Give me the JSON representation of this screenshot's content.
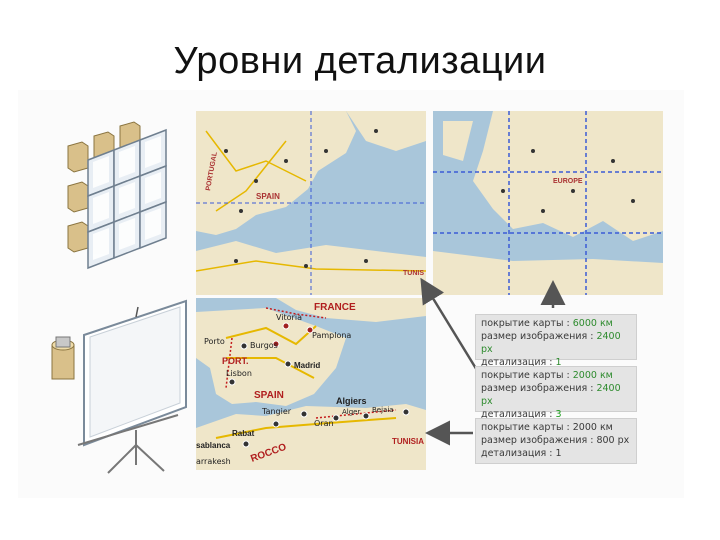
{
  "slide": {
    "title": "Уровни детализации"
  },
  "maps": {
    "top_left_labels": [
      "PORTUGAL",
      "SPAIN"
    ],
    "top_right_labels": [
      "EUROPE"
    ],
    "top_right_tag": "TUNIS",
    "bottom_labels": {
      "france": "FRANCE",
      "vitoria": "Vitoria",
      "pamplona": "Pamplona",
      "porto": "Porto",
      "burgos": "Burgos",
      "port": "PORT.",
      "madrid": "Madrid",
      "lisbon": "Lisbon",
      "spain": "SPAIN",
      "algiers": "Algiers",
      "alger": "Alger",
      "bejaia": "Bejaia",
      "tangier": "Tangier",
      "oran": "Oran",
      "rabat": "Rabat",
      "casablanca": "sablanca",
      "marrakesh": "arrakesh",
      "morocco": "ROCCO",
      "tunisia": "TUNISIA"
    }
  },
  "captions": [
    {
      "coverage_label": "покрытие карты :",
      "coverage_value": "6000 км",
      "size_label": "размер изображения :",
      "size_value": "2400 px",
      "detail_label": "детализация :",
      "detail_value": "1"
    },
    {
      "coverage_label": "покрытие карты :",
      "coverage_value": "2000 км",
      "size_label": "размер изображения :",
      "size_value": "2400 px",
      "detail_label": "детализация :",
      "detail_value": "3"
    },
    {
      "coverage_label": "покрытие карты :",
      "coverage_value": "2000 км",
      "size_label": "размер изображения :",
      "size_value": "800 px",
      "detail_label": "детализация :",
      "detail_value": "1"
    }
  ],
  "colors": {
    "sea": "#a9c6da",
    "land": "#efe6c9",
    "road": "#e6b800",
    "grid": "#3b5bd6",
    "accent_value": "#2e8b2e",
    "arrow": "#555555"
  },
  "icons": [
    "video-wall-icon",
    "projector-screen-icon",
    "arrow-icon"
  ]
}
